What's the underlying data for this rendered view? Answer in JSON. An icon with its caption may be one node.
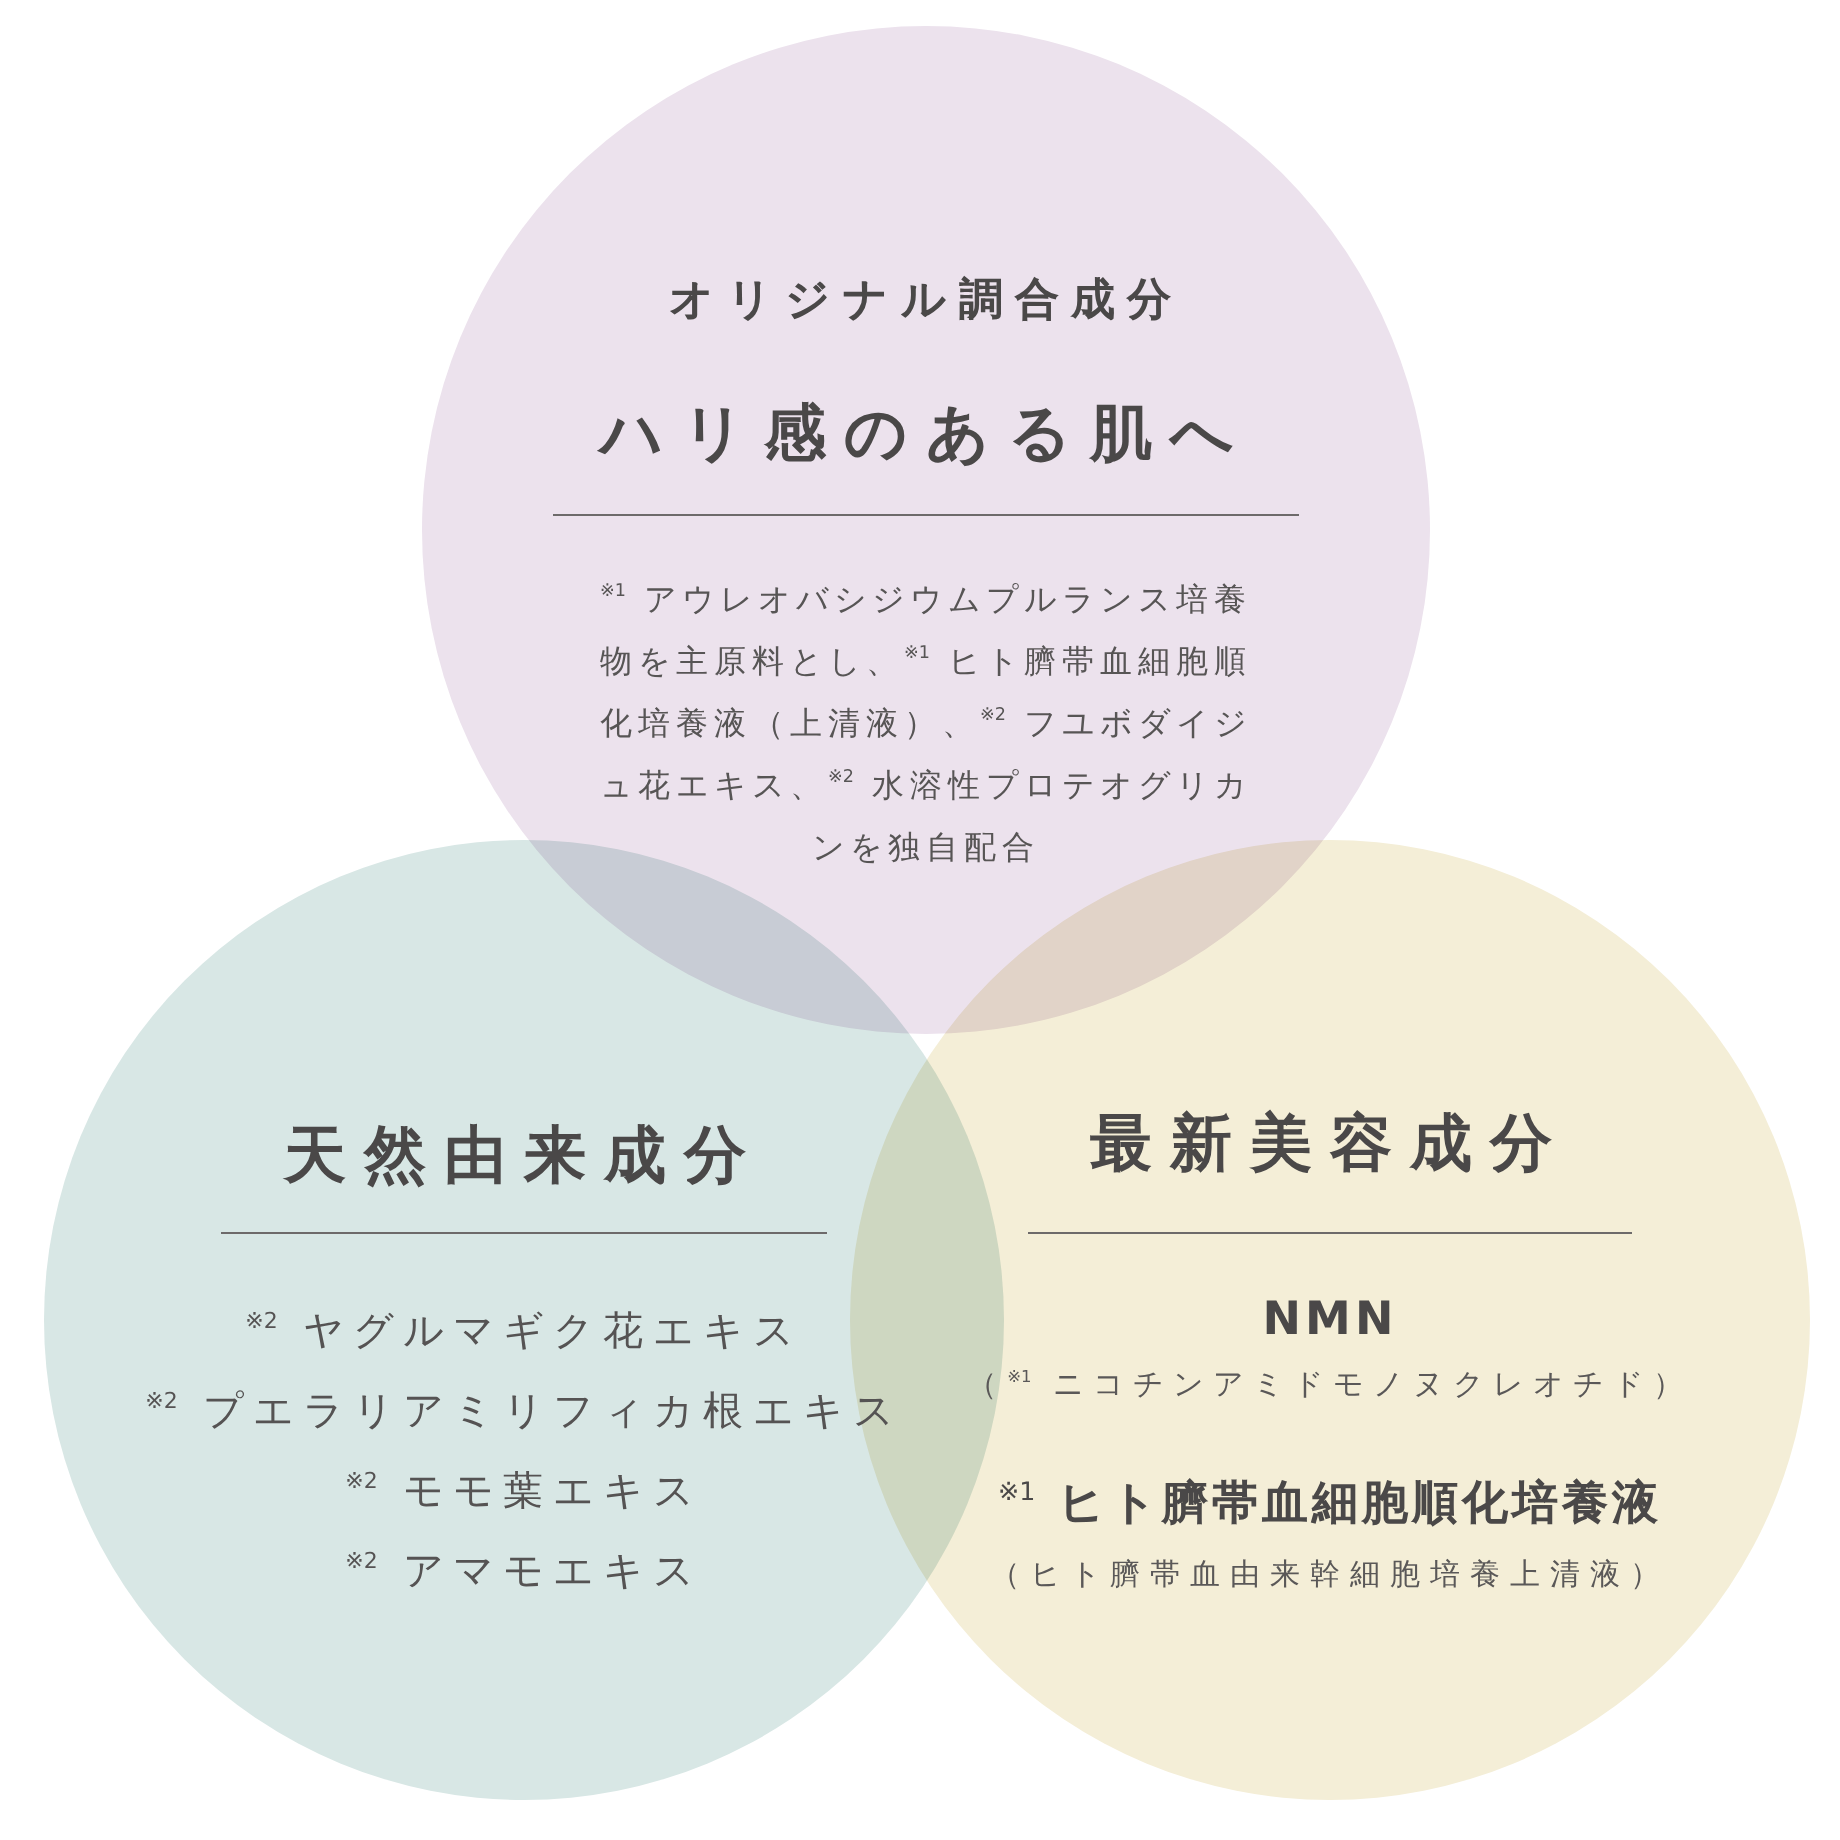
{
  "diagram": {
    "nodes": [
      {
        "text": [
          "オリジナル調合成分",
          "ハリ感のある肌へ",
          "$^{※1}$ アウレオバシジウムプルランス培養物を主原料とし、$^{※1}$ ヒト臍帯血細胞順化培養液（上清液）、$^{※2}$ フユボダイジュ花エキス、$^{※2}$ 水溶性プロテオグリカンを独自配合"
        ]
      },
      {
        "text": [
          "天然由来成分",
          "$^{※2}$ ヤグルマギク花エキス",
          "$^{※2}$ プエラリアミリフィカ根エキス",
          "$^{※2}$ モモ葉エキス",
          "$^{※2}$ アマモエキス"
        ]
      },
      {
        "text": [
          "最新美容成分",
          "NMN",
          "（$^{※1}$ ニコチンアミドモノヌクレオチド）",
          "$^{※1}$ ヒト臍帯血細胞順化培養液",
          "（ヒト臍帯血由来幹細胞培養上清液）"
        ]
      }
    ]
  }
}
